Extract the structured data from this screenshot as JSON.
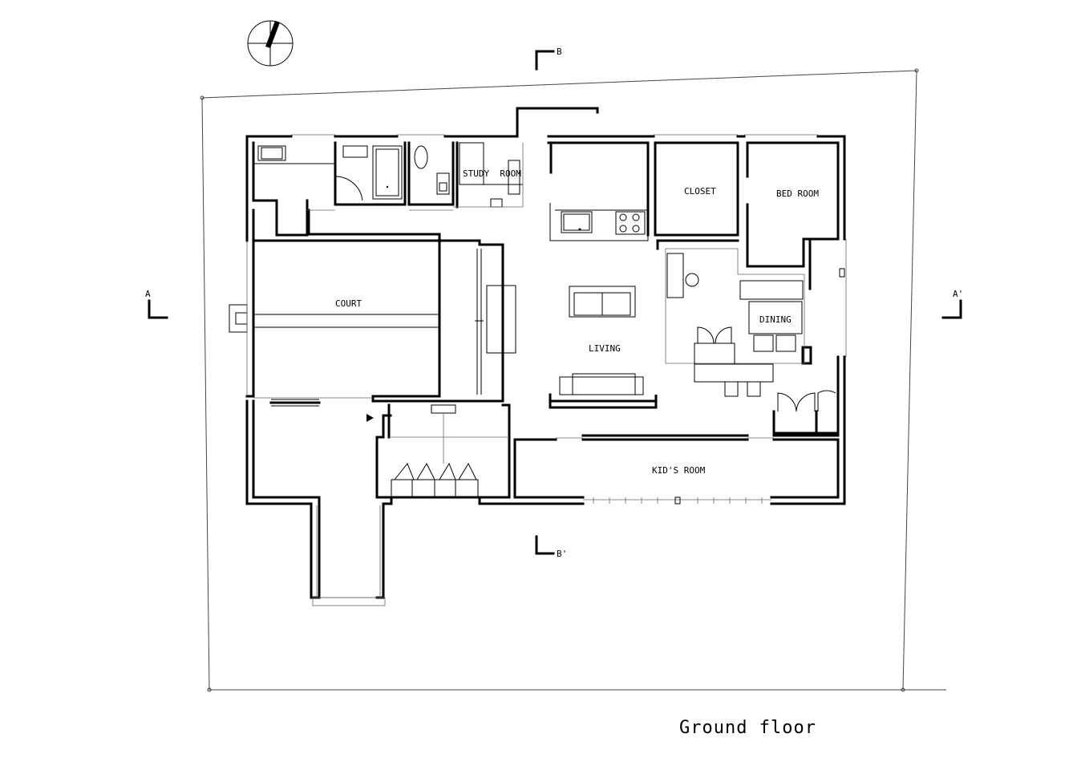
{
  "plan": {
    "caption": "Ground floor",
    "rooms": {
      "study": "STUDY  ROOM",
      "closet": "CLOSET",
      "bedroom": "BED ROOM",
      "court": "COURT",
      "living": "LIVING",
      "dining": "DINING",
      "kids": "KID'S ROOM"
    },
    "section_marks": {
      "a": "A",
      "a_prime": "A'",
      "b": "B",
      "b_prime": "B'"
    },
    "icons": [
      "north-arrow-icon",
      "entrance-arrow-icon"
    ]
  }
}
